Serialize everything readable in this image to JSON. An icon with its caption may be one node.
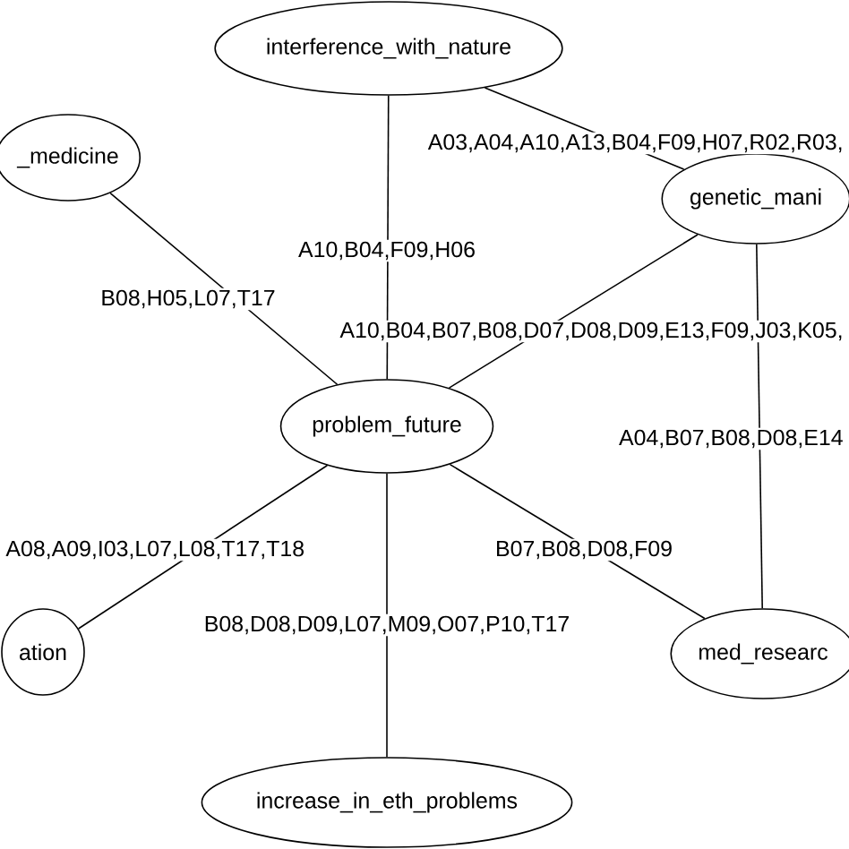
{
  "diagram": {
    "nodes": [
      {
        "text": [
          "interference_with_nature"
        ]
      },
      {
        "text": [
          "_medicine"
        ]
      },
      {
        "text": [
          "genetic_mani"
        ]
      },
      {
        "text": [
          "problem_future"
        ]
      },
      {
        "text": [
          "ation"
        ]
      },
      {
        "text": [
          "med_researc"
        ]
      },
      {
        "text": [
          "increase_in_eth_problems"
        ]
      }
    ],
    "edges": [
      {
        "from": 0,
        "to": 3,
        "arrow": "none",
        "label": "A10,B04,F09,H06"
      },
      {
        "from": 0,
        "to": 2,
        "arrow": "none",
        "label": "A03,A04,A10,A13,B04,F09,H07,R02,R03,"
      },
      {
        "from": 1,
        "to": 3,
        "arrow": "none",
        "label": "B08,H05,L07,T17"
      },
      {
        "from": 2,
        "to": 3,
        "arrow": "none",
        "label": "A10,B04,B07,B08,D07,D08,D09,E13,F09,J03,K05,"
      },
      {
        "from": 2,
        "to": 5,
        "arrow": "none",
        "label": "A04,B07,B08,D08,E14"
      },
      {
        "from": 3,
        "to": 4,
        "arrow": "none",
        "label": "A08,A09,I03,L07,L08,T17,T18"
      },
      {
        "from": 3,
        "to": 5,
        "arrow": "none",
        "label": "B07,B08,D08,F09"
      },
      {
        "from": 3,
        "to": 6,
        "arrow": "none",
        "label": "B08,D08,D09,L07,M09,O07,P10,T17"
      }
    ]
  }
}
